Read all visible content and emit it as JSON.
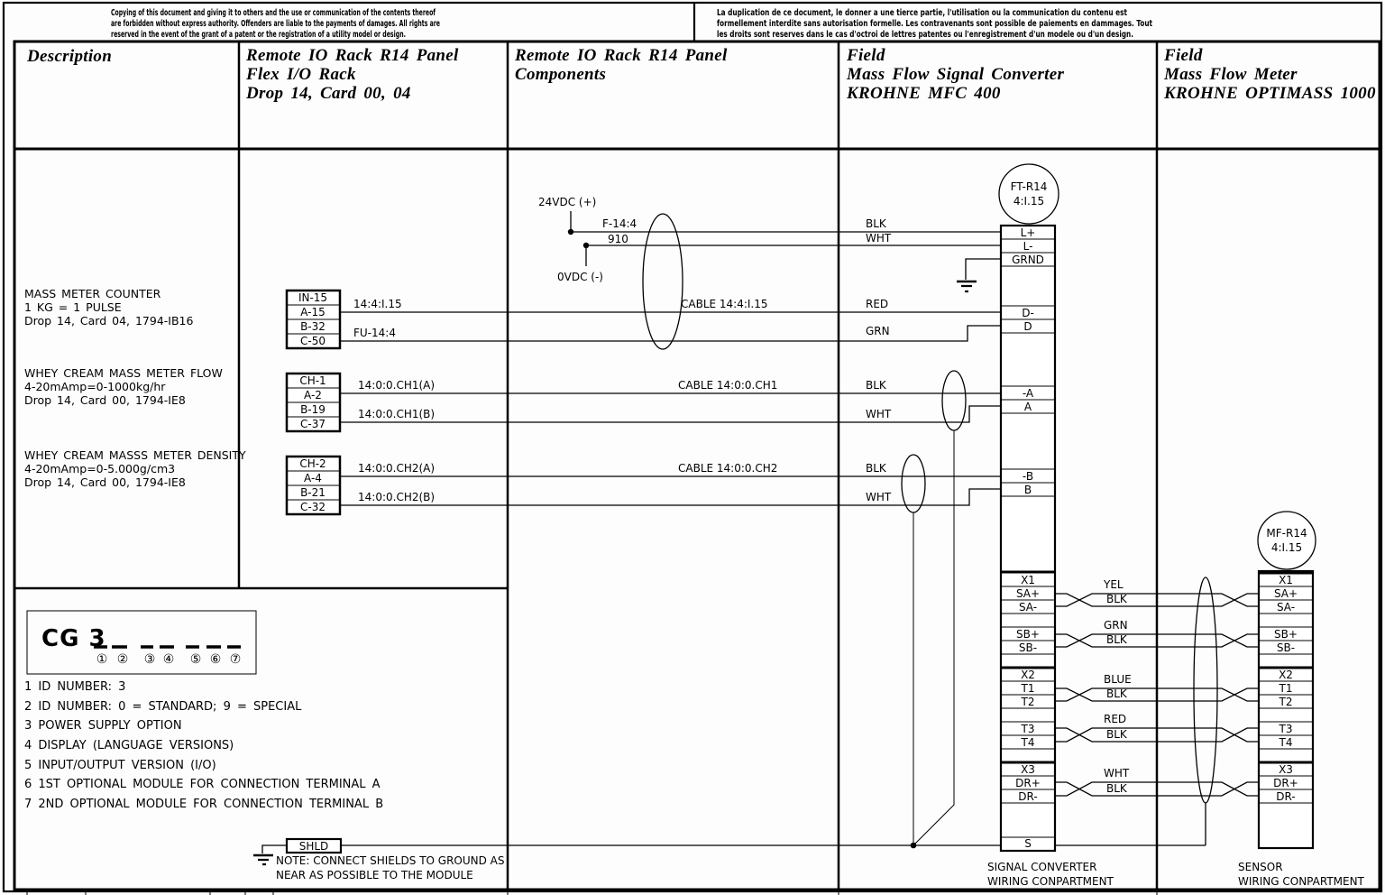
{
  "disclaimer": {
    "en": [
      "Copying of this document and giving it to others and the use or communication of the contents thereof",
      "are forbidden without express authority. Offenders are liable to the payments of damages. All rights are",
      "reserved in the event of the grant of a patent or the registration of a utility model or design."
    ],
    "fr": [
      "La duplication de ce document, le donner a une tierce partie, l'utilisation ou la communication du contenu est",
      "formellement interdite sans autorisation formelle. Les contravenants sont possible de paiements en dammages. Tout",
      "les droits sont reserves dans le cas d'octroi de lettres patentes ou l'enregistrement d'un modele ou d'un design."
    ]
  },
  "header": {
    "col1": [
      "Description"
    ],
    "col2": [
      "Remote IO Rack R14 Panel",
      "Flex I/O Rack",
      "Drop 14, Card 00, 04"
    ],
    "col3": [
      "Remote IO Rack R14 Panel",
      "Components"
    ],
    "col4": [
      "Field",
      "Mass Flow Signal Converter",
      "KROHNE MFC 400"
    ],
    "col5": [
      "Field",
      "Mass Flow Meter",
      "KROHNE OPTIMASS 1000"
    ]
  },
  "descriptions": {
    "counter": [
      "MASS METER COUNTER",
      "1 KG = 1 PULSE",
      "Drop 14, Card 04, 1794-IB16"
    ],
    "flow": [
      "WHEY CREAM MASS METER FLOW",
      "4-20mAmp=0-1000kg/hr",
      "Drop 14, Card 00, 1794-IE8"
    ],
    "density": [
      "WHEY CREAM MASSS METER DENSITY",
      "4-20mAmp=0-5.000g/cm3",
      "Drop 14, Card 00, 1794-IE8"
    ]
  },
  "blocks": {
    "counter": [
      "IN-15",
      "A-15",
      "B-32",
      "C-50"
    ],
    "flow": [
      "CH-1",
      "A-2",
      "B-19",
      "C-37"
    ],
    "density": [
      "CH-2",
      "A-4",
      "B-21",
      "C-32"
    ]
  },
  "power": {
    "plus": "24VDC (+)",
    "minus": "0VDC (-)",
    "wire_plus": "F-14:4",
    "wire_minus": "910"
  },
  "wires": {
    "counter_a": "14:4:I.15",
    "counter_b": "FU-14:4",
    "flow_a": "14:0:0.CH1(A)",
    "flow_b": "14:0:0.CH1(B)",
    "density_a": "14:0:0.CH2(A)",
    "density_b": "14:0:0.CH2(B)"
  },
  "cables": {
    "power": "CABLE 14:4:I.15",
    "flow": "CABLE 14:0:0.CH1",
    "density": "CABLE 14:0:0.CH2"
  },
  "wire_colors": {
    "l_plus": "BLK",
    "l_minus": "WHT",
    "d_minus": "RED",
    "d": "GRN",
    "flow_a": "BLK",
    "flow_b": "WHT",
    "density_a": "BLK",
    "density_b": "WHT"
  },
  "tags": {
    "converter": {
      "name": "FT-R14",
      "loc": "4:I.15"
    },
    "sensor": {
      "name": "MF-R14",
      "loc": "4:I.15"
    }
  },
  "converter_terminals": [
    "L+",
    "L-",
    "GRND",
    "D-",
    "D",
    "-A",
    "A",
    "-B",
    "B",
    "X1",
    "SA+",
    "SA-",
    "SB+",
    "SB-",
    "X2",
    "T1",
    "T2",
    "T3",
    "T4",
    "X3",
    "DR+",
    "DR-",
    "S"
  ],
  "sensor_terminals": [
    "X1",
    "SA+",
    "SA-",
    "SB+",
    "SB-",
    "X2",
    "T1",
    "T2",
    "T3",
    "T4",
    "X3",
    "DR+",
    "DR-"
  ],
  "pairs": [
    {
      "top": "YEL",
      "bottom": "BLK"
    },
    {
      "top": "GRN",
      "bottom": "BLK"
    },
    {
      "top": "BLUE",
      "bottom": "BLK"
    },
    {
      "top": "RED",
      "bottom": "BLK"
    },
    {
      "top": "WHT",
      "bottom": "BLK"
    }
  ],
  "cg3": {
    "code": "CG 3",
    "digits": [
      "①",
      "②",
      "③",
      "④",
      "⑤",
      "⑥",
      "⑦"
    ],
    "items": [
      "1 ID NUMBER: 3",
      "2 ID NUMBER: 0 = STANDARD; 9 = SPECIAL",
      "3 POWER SUPPLY OPTION",
      "4 DISPLAY (LANGUAGE VERSIONS)",
      "5 INPUT/OUTPUT VERSION (I/O)",
      "6 1ST OPTIONAL MODULE FOR CONNECTION TERMINAL A",
      "7 2ND OPTIONAL MODULE FOR CONNECTION TERMINAL B"
    ]
  },
  "shield": {
    "label": "SHLD",
    "note": [
      "NOTE: CONNECT SHIELDS TO GROUND AS",
      "NEAR AS POSSIBLE TO THE MODULE"
    ]
  },
  "compartments": {
    "converter": [
      "SIGNAL CONVERTER",
      "WIRING CONPARTMENT"
    ],
    "sensor": [
      "SENSOR",
      "WIRING CONPARTMENT"
    ]
  }
}
